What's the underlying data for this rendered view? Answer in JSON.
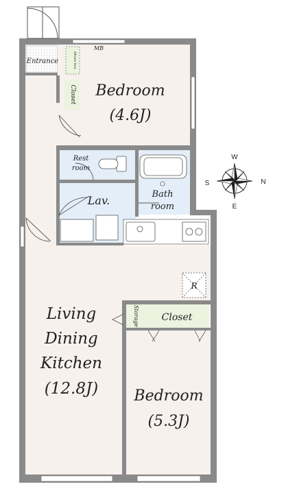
{
  "rooms": {
    "bedroom_top": {
      "name": "Bedroom",
      "size": "(4.6J)"
    },
    "bedroom_bottom": {
      "name": "Bedroom",
      "size": "(5.3J)"
    },
    "ldk": {
      "line1": "Living",
      "line2": "Dining",
      "line3": "Kitchen",
      "size": "(12.8J)"
    },
    "entrance": "Entrance",
    "shoe_box": "Shoes box",
    "closet_top": "Closet",
    "closet_bottom": "Closet",
    "storage": "Storage",
    "rest_room": {
      "line1": "Rest",
      "line2": "room"
    },
    "lav": "Lav.",
    "bath": {
      "line1": "Bath",
      "line2": "room"
    },
    "mb": "MB",
    "refrigerator": "R"
  },
  "compass": {
    "n": "N",
    "s": "S",
    "e": "E",
    "w": "W"
  },
  "colors": {
    "wall": "#8a8a8a",
    "floor": "#f7f1ee",
    "wet": "#e3eef8",
    "closet": "#ecf3df",
    "door": "#555555"
  }
}
